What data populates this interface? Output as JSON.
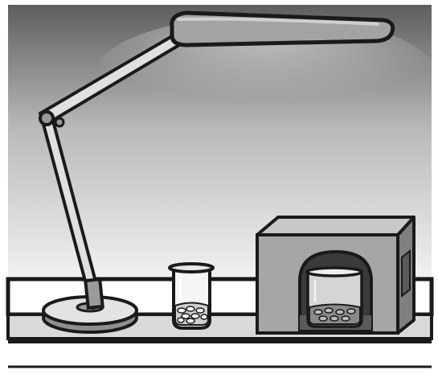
{
  "scene": {
    "colors": {
      "ink": "#1a1a1a",
      "wall_top": "#5e5e5e",
      "wall_bottom": "#f2f2f2",
      "lamp_gray": "#9a9a9a",
      "lamp_light": "#bdbdbd",
      "shelf_top": "#ffffff",
      "shelf_front": "#d9d9d9",
      "box_side": "#8f8f8f",
      "box_front": "#a6a6a6",
      "glass": "#f5f5f5",
      "glass_inner": "#e6e6e6",
      "seeds": "#cfcfcf",
      "box_interior": "#3a3a3a"
    },
    "objects": [
      "desk-lamp",
      "open-beaker-with-seeds",
      "covered-box",
      "covered-beaker-with-seeds",
      "shelf"
    ]
  }
}
